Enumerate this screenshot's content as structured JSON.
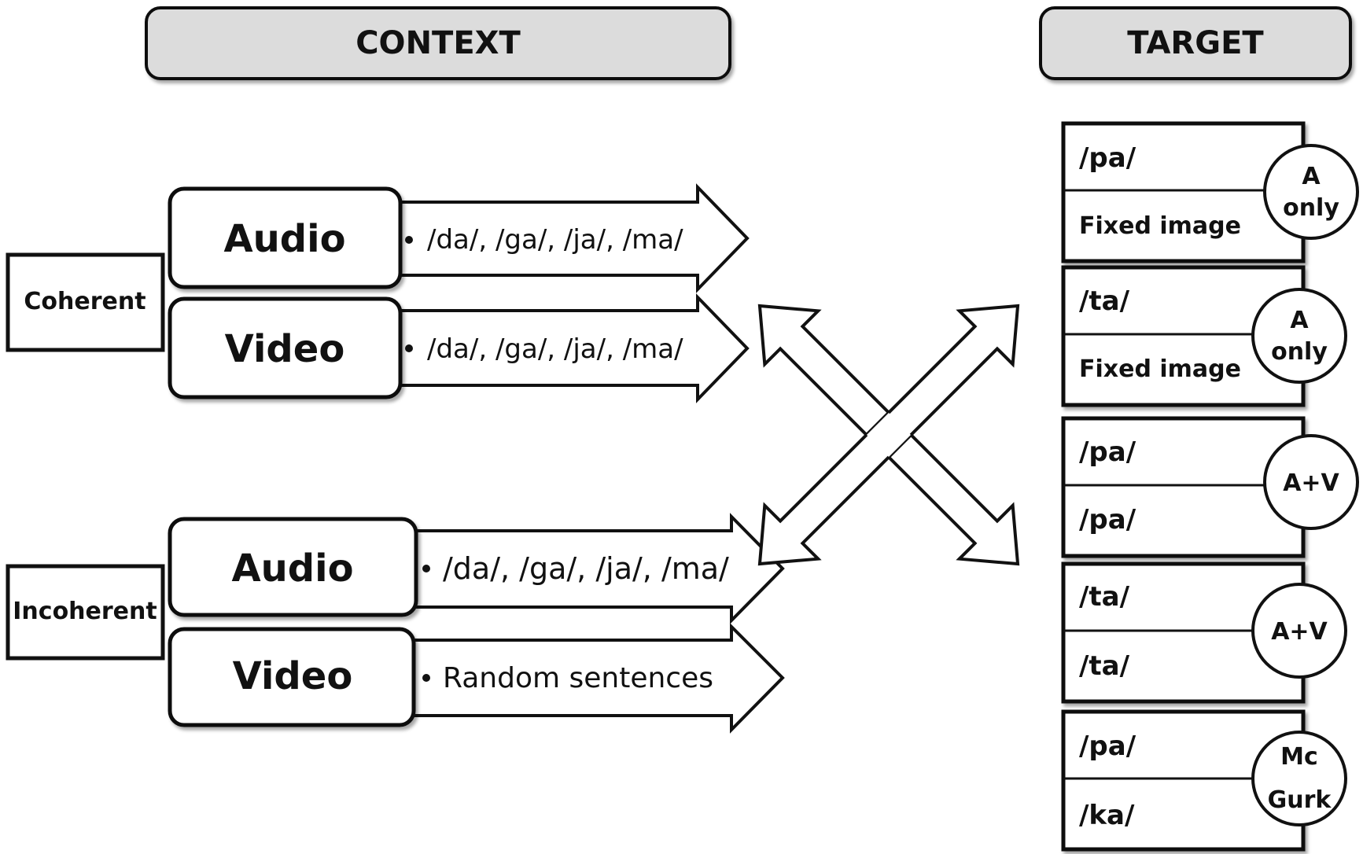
{
  "header": {
    "context_label": "CONTEXT",
    "target_label": "TARGET"
  },
  "context": {
    "groups": [
      {
        "label": "Coherent",
        "rows": [
          {
            "modality": "Audio",
            "content": "/da/, /ga/, /ja/, /ma/"
          },
          {
            "modality": "Video",
            "content": "/da/, /ga/, /ja/, /ma/"
          }
        ]
      },
      {
        "label": "Incoherent",
        "rows": [
          {
            "modality": "Audio",
            "content": "/da/, /ga/, /ja/, /ma/"
          },
          {
            "modality": "Video",
            "content": "Random sentences"
          }
        ]
      }
    ]
  },
  "target": {
    "items": [
      {
        "audio": "/pa/",
        "video": "Fixed image",
        "type_lines": [
          "A",
          "only"
        ]
      },
      {
        "audio": "/ta/",
        "video": "Fixed image",
        "type_lines": [
          "A",
          "only"
        ]
      },
      {
        "audio": "/pa/",
        "video": "/pa/",
        "type_lines": [
          "A+V"
        ]
      },
      {
        "audio": "/ta/",
        "video": "/ta/",
        "type_lines": [
          "A+V"
        ]
      },
      {
        "audio": "/pa/",
        "video": "/ka/",
        "type_lines": [
          "Mc",
          "Gurk"
        ]
      }
    ]
  },
  "colors": {
    "header_fill": "#dcdcdc",
    "stroke": "#111111",
    "background": "#ffffff"
  }
}
